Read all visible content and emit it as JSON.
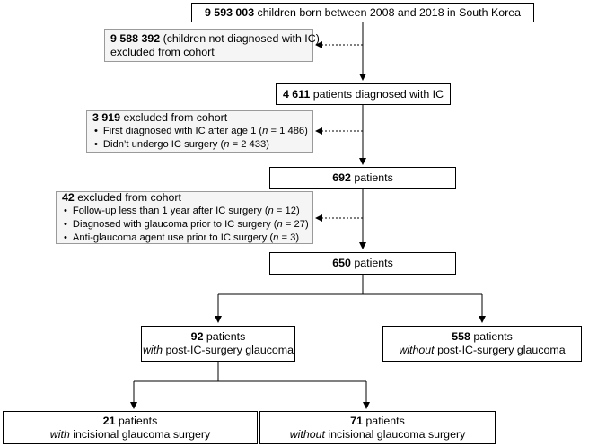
{
  "flow": {
    "born": {
      "count": "9 593 003",
      "text": " children born between 2008 and 2018 in South Korea"
    },
    "excluded_not_ic": {
      "count": "9 588 392",
      "text": " (children not diagnosed with IC)",
      "line2": "excluded from cohort"
    },
    "diagnosed_ic": {
      "count": "4 611",
      "text": " patients diagnosed with IC"
    },
    "excluded_2": {
      "count": "3 919",
      "text": " excluded from cohort",
      "items": [
        {
          "pre": "First diagnosed with IC after age 1  (",
          "n": "n",
          "post": " = 1 486)"
        },
        {
          "pre": "Didn’t undergo IC surgery  (",
          "n": "n",
          "post": " = 2 433)"
        }
      ]
    },
    "patients_692": {
      "count": "692",
      "text": " patients"
    },
    "excluded_3": {
      "count": "42",
      "text": " excluded from cohort",
      "items": [
        {
          "pre": "Follow-up less than 1 year after IC surgery  (",
          "n": "n",
          "post": " = 12)"
        },
        {
          "pre": "Diagnosed with glaucoma prior to IC surgery  (",
          "n": "n",
          "post": " = 27)"
        },
        {
          "pre": "Anti-glaucoma agent use prior to IC surgery  (",
          "n": "n",
          "post": " = 3)"
        }
      ]
    },
    "patients_650": {
      "count": "650",
      "text": " patients"
    },
    "with_glaucoma": {
      "count": "92",
      "text": " patients",
      "em": "with",
      "rest": " post-IC-surgery glaucoma"
    },
    "without_glaucoma": {
      "count": "558",
      "text": " patients",
      "em": "without",
      "rest": " post-IC-surgery glaucoma"
    },
    "with_incisional": {
      "count": "21",
      "text": " patients",
      "em": "with",
      "rest": " incisional glaucoma surgery"
    },
    "without_incisional": {
      "count": "71",
      "text": " patients",
      "em": "without",
      "rest": " incisional glaucoma surgery"
    }
  }
}
